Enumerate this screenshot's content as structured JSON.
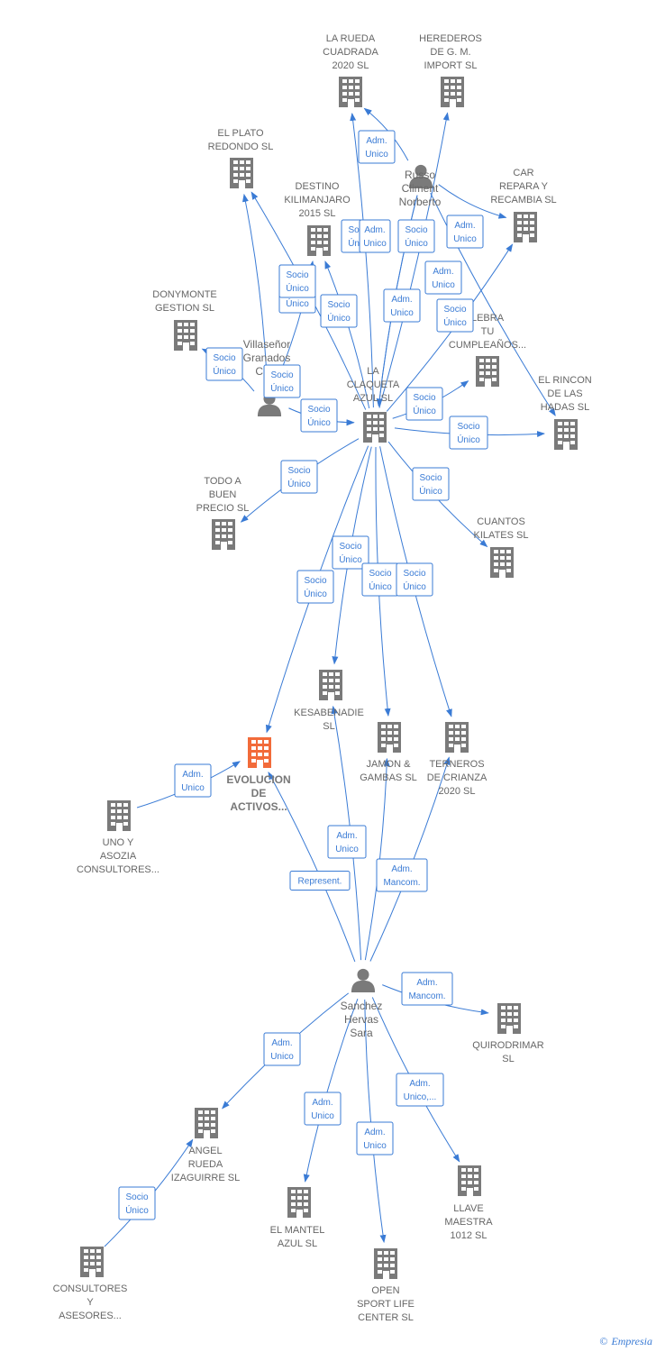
{
  "colors": {
    "edge": "#3a7bd5",
    "node": "#7a7a7a",
    "highlight": "#f26b3a",
    "label_border": "#3a7bd5"
  },
  "nodes": [
    {
      "id": "rueda",
      "type": "company",
      "label": [
        "LA RUEDA",
        "CUADRADA",
        "2020  SL"
      ]
    },
    {
      "id": "herederos",
      "type": "company",
      "label": [
        "HEREDEROS",
        "DE G.  M.",
        "IMPORT SL"
      ]
    },
    {
      "id": "plato",
      "type": "company",
      "label": [
        "EL PLATO",
        "REDONDO  SL"
      ]
    },
    {
      "id": "russo",
      "type": "person",
      "label": [
        "Russo",
        "Climent",
        "Norberto"
      ]
    },
    {
      "id": "car",
      "type": "company",
      "label": [
        "CAR",
        "REPARA Y",
        "RECAMBIA  SL"
      ]
    },
    {
      "id": "destino",
      "type": "company",
      "label": [
        "DESTINO",
        "KILIMANJARO",
        "2015  SL"
      ]
    },
    {
      "id": "donymonte",
      "type": "company",
      "label": [
        "DONYMONTE",
        "GESTION SL"
      ]
    },
    {
      "id": "villasenor",
      "type": "person",
      "label": [
        "Villaseñor",
        "Granados",
        "Ce..."
      ]
    },
    {
      "id": "celebra",
      "type": "company",
      "label": [
        "LEBRA",
        "TU",
        "CUMPLEAÑOS..."
      ]
    },
    {
      "id": "claqueta",
      "type": "company",
      "label": [
        "LA",
        "CLAQUETA",
        "AZUL  SL"
      ]
    },
    {
      "id": "rincon",
      "type": "company",
      "label": [
        "EL RINCON",
        "DE LAS",
        "HADAS  SL"
      ]
    },
    {
      "id": "todo",
      "type": "company",
      "label": [
        "TODO A",
        "BUEN",
        "PRECIO  SL"
      ]
    },
    {
      "id": "cuantos",
      "type": "company",
      "label": [
        "CUANTOS",
        "KILATES  SL"
      ]
    },
    {
      "id": "kesabenadie",
      "type": "company",
      "label": [
        "KESABENADIE",
        "SL"
      ]
    },
    {
      "id": "evolucion",
      "type": "company",
      "highlight": true,
      "label": [
        "EVOLUCION",
        "DE",
        "ACTIVOS..."
      ]
    },
    {
      "id": "jamon",
      "type": "company",
      "label": [
        "JAMON &",
        "GAMBAS  SL"
      ]
    },
    {
      "id": "terneros",
      "type": "company",
      "label": [
        "TERNEROS",
        "DE CRIANZA",
        "2020  SL"
      ]
    },
    {
      "id": "uno",
      "type": "company",
      "label": [
        "UNO Y",
        "ASOZIA",
        "CONSULTORES..."
      ]
    },
    {
      "id": "sanchez",
      "type": "person",
      "label": [
        "Sanchez",
        "Hervas",
        "Sara"
      ]
    },
    {
      "id": "quirodrimar",
      "type": "company",
      "label": [
        "QUIRODRIMAR",
        "SL"
      ]
    },
    {
      "id": "angel",
      "type": "company",
      "label": [
        "ANGEL",
        "RUEDA",
        "IZAGUIRRE  SL"
      ]
    },
    {
      "id": "llave",
      "type": "company",
      "label": [
        "LLAVE",
        "MAESTRA",
        "1012  SL"
      ]
    },
    {
      "id": "mantel",
      "type": "company",
      "label": [
        "EL MANTEL",
        "AZUL  SL"
      ]
    },
    {
      "id": "open",
      "type": "company",
      "label": [
        "OPEN",
        "SPORT LIFE",
        "CENTER SL"
      ]
    },
    {
      "id": "consultores",
      "type": "company",
      "label": [
        "CONSULTORES",
        "Y",
        "ASESORES..."
      ]
    }
  ],
  "edges": [
    {
      "label": [
        "Socio",
        "Único"
      ]
    },
    {
      "label": [
        "Socio",
        "Único"
      ]
    },
    {
      "label": [
        "Socio",
        "Único"
      ]
    },
    {
      "label": [
        "Socio",
        "Único"
      ]
    },
    {
      "label": [
        "Socio",
        "Único"
      ]
    },
    {
      "label": [
        "Socio",
        "Único"
      ]
    },
    {
      "label": [
        "Socio",
        "Único"
      ]
    },
    {
      "label": [
        "Socio",
        "Único"
      ]
    },
    {
      "label": [
        "Socio",
        "Único"
      ]
    },
    {
      "label": [
        "Socio",
        "Único"
      ]
    },
    {
      "label": [
        "Socio",
        "Único"
      ]
    },
    {
      "label": [
        "Socio",
        "Único"
      ]
    },
    {
      "label": [
        "Socio",
        "Único"
      ]
    },
    {
      "label": [
        "Socio",
        "Único"
      ]
    },
    {
      "label": [
        "Socio",
        "Único"
      ]
    },
    {
      "label": [
        "Socio",
        "Único"
      ]
    },
    {
      "label": [
        "Adm.",
        "Unico"
      ]
    },
    {
      "label": [
        "Adm.",
        "Unico"
      ]
    },
    {
      "label": [
        "Adm.",
        "Unico"
      ]
    },
    {
      "label": [
        "Adm.",
        "Unico"
      ]
    },
    {
      "label": [
        "Socio",
        "Único"
      ]
    },
    {
      "label": [
        "Socio",
        "Único"
      ]
    },
    {
      "label": [
        "Adm.",
        "Unico"
      ]
    },
    {
      "label": [
        "Adm.",
        "Unico"
      ]
    },
    {
      "label": [
        "Represent."
      ]
    },
    {
      "label": [
        "Adm.",
        "Mancom."
      ]
    },
    {
      "label": [
        "Adm.",
        "Mancom."
      ]
    },
    {
      "label": [
        "Adm.",
        "Unico"
      ]
    },
    {
      "label": [
        "Adm.",
        "Unico"
      ]
    },
    {
      "label": [
        "Adm.",
        "Unico"
      ]
    },
    {
      "label": [
        "Adm.",
        "Unico,..."
      ]
    },
    {
      "label": [
        "Adm.",
        "Unico"
      ]
    },
    {
      "label": [
        "Socio",
        "Único"
      ]
    }
  ],
  "footer": {
    "copyright": "©",
    "brand": "Empresia"
  }
}
